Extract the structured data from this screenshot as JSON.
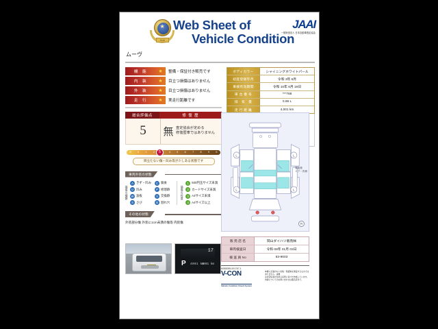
{
  "document": {
    "title_line1": "Web Sheet of",
    "title_line2": "Vehicle Condition",
    "emblem_ribbon": "JAAI",
    "jaai_mark": "JAAI",
    "jaai_sub": "一般財団法人 日本自動車査定協会",
    "vehicle_name": "ムーヴ"
  },
  "ratings": [
    {
      "label": "機　能",
      "star": "★",
      "text": "整備・保証付き販売です"
    },
    {
      "label": "内　装",
      "star": "★",
      "text": "目立つ損傷はありません"
    },
    {
      "label": "外　装",
      "star": "★",
      "text": "目立つ損傷はありません"
    },
    {
      "label": "走　行",
      "star": "★",
      "text": "実走行距離です"
    }
  ],
  "score": {
    "header_left": "総合評価点",
    "header_right": "修 復 歴",
    "value": "5",
    "repair_mark": "無",
    "repair_note_line1": "査定協会が定める",
    "repair_note_line2": "修復歴車ではありません",
    "scale_labels": [
      "R",
      "0",
      "1",
      "2",
      "3",
      "4",
      "5",
      "6",
      "7",
      "8",
      "9",
      "S"
    ],
    "marker_value": "5",
    "caption": "目立たない傷・凹み等が少しある状態です"
  },
  "equipment": {
    "tab_label": "車両外装の状態",
    "left_axis": "損傷の種類",
    "right_axis": "損傷の程度",
    "left_items": [
      {
        "code": "A",
        "label": "きず・凹み"
      },
      {
        "code": "U",
        "label": "凹み"
      },
      {
        "code": "W",
        "label": "波板"
      },
      {
        "code": "S",
        "label": "さび"
      },
      {
        "code": "C",
        "label": "腐食"
      },
      {
        "code": "P",
        "label": "修理跡"
      },
      {
        "code": "X",
        "label": "交換跡"
      },
      {
        "code": "B",
        "label": "割れ穴"
      }
    ],
    "right_items": [
      {
        "code": "1",
        "label": "500円玉サイズ未満"
      },
      {
        "code": "2",
        "label": "カードサイズ未満"
      },
      {
        "code": "3",
        "label": "A4サイズ未満"
      },
      {
        "code": "4",
        "label": "A4サイズ以上"
      }
    ]
  },
  "other": {
    "tab_label": "その他の状態",
    "text": "外装部分傷 外装に1cm未満の傷等 内装傷"
  },
  "photos": [
    {
      "name": "exterior-front-photo",
      "caption": ""
    },
    {
      "name": "odometer-photo",
      "gauge_value": "17",
      "shift_position": "P",
      "odometer": "4001 km"
    }
  ],
  "spec_table": [
    {
      "key": "ボディカラー",
      "value": "シャイニングホワイトパール"
    },
    {
      "key": "初度登録年月",
      "value": "令和 3年 6月"
    },
    {
      "key": "車検有効期間",
      "value": "令和 10年 6月 19日"
    },
    {
      "key": "車 台 番 号",
      "value": "***768"
    },
    {
      "key": "排　気　量",
      "value": "0.66 L"
    },
    {
      "key": "走 行 距 離",
      "value": "4,001 km"
    }
  ],
  "diagram": {
    "side_label_line1": "運転席",
    "side_label_line2": "ドア・内側",
    "corner_mark": "R",
    "wheel_marks": [
      "L",
      "L",
      "L",
      "L"
    ]
  },
  "dealer_table": [
    {
      "key": "販 売 店 名",
      "value": "岡山ダイハツ販売㈱"
    },
    {
      "key": "車両検査日",
      "value": "令和 08年 01月 03日"
    },
    {
      "key": "検 査 員 No",
      "value": "83-9003"
    }
  ],
  "footer": {
    "code": "M083055-001767-1",
    "logo": "V-CON",
    "tagline": "Vehicle Condition Check System",
    "note_line1": "本書に記載のない欠陥・瑕疵等を保証するものではありません。本書",
    "note_line2": "は査定協会が定める基準に基づき作成しています。",
    "note_line3": "内容についてのお問い合わせは販売店まで。"
  },
  "colors": {
    "title_blue": "#15428b",
    "rating_red": "#9e1b1b",
    "gold": "#c9a135",
    "score_red": "#c0143c",
    "legend_blue": "#2f6fb5",
    "legend_green": "#5aa832"
  }
}
